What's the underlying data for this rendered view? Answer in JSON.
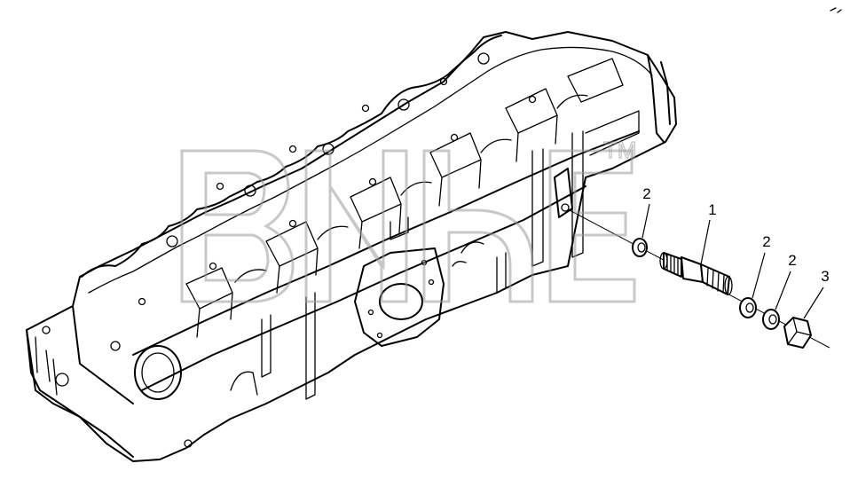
{
  "watermark": {
    "text": "ВИВЕ",
    "trademark": "TM"
  },
  "callouts": [
    {
      "id": "washer-upper",
      "label": "2"
    },
    {
      "id": "union-fitting",
      "label": "1"
    },
    {
      "id": "washer-a",
      "label": "2"
    },
    {
      "id": "washer-b",
      "label": "2"
    },
    {
      "id": "nut",
      "label": "3"
    }
  ],
  "colors": {
    "line": "#000000",
    "background": "#ffffff",
    "watermark": "#9a9a9a"
  }
}
